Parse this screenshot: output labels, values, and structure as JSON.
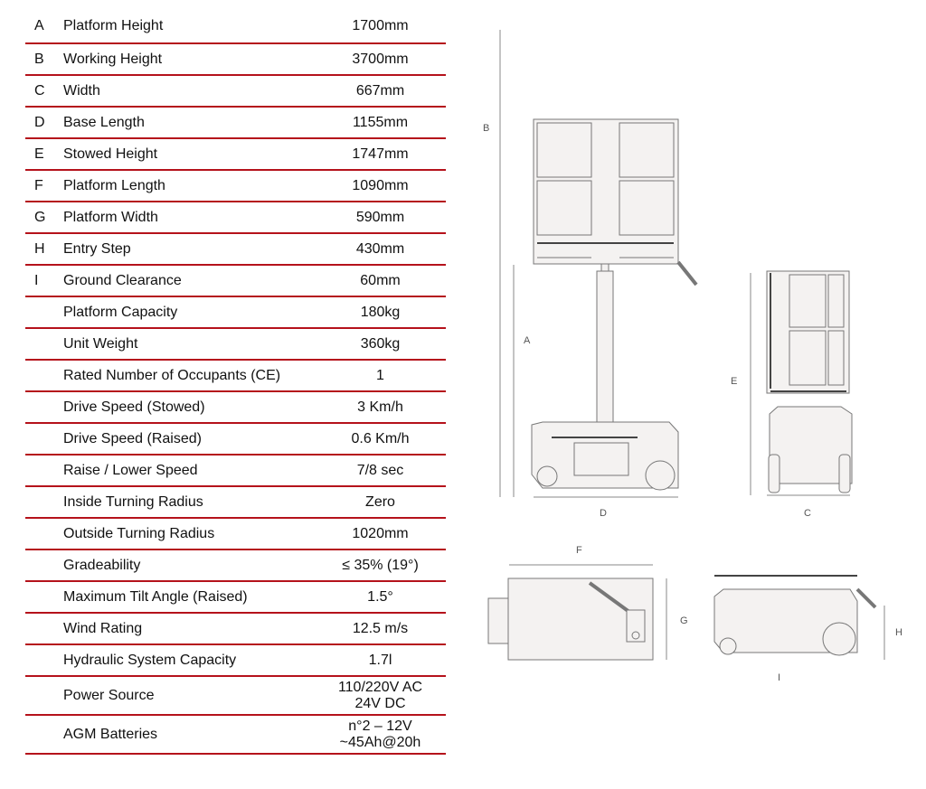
{
  "specs": [
    {
      "code": "A",
      "label": "Platform Height",
      "value": "1700mm"
    },
    {
      "code": "B",
      "label": "Working Height",
      "value": "3700mm"
    },
    {
      "code": "C",
      "label": "Width",
      "value": "667mm"
    },
    {
      "code": "D",
      "label": "Base Length",
      "value": "1155mm"
    },
    {
      "code": "E",
      "label": "Stowed Height",
      "value": "1747mm"
    },
    {
      "code": "F",
      "label": "Platform Length",
      "value": "1090mm"
    },
    {
      "code": "G",
      "label": "Platform Width",
      "value": "590mm"
    },
    {
      "code": "H",
      "label": "Entry Step",
      "value": "430mm"
    },
    {
      "code": "I",
      "label": "Ground Clearance",
      "value": "60mm"
    },
    {
      "code": "",
      "label": "Platform Capacity",
      "value": "180kg"
    },
    {
      "code": "",
      "label": "Unit Weight",
      "value": "360kg"
    },
    {
      "code": "",
      "label": "Rated Number of Occupants (CE)",
      "value": "1"
    },
    {
      "code": "",
      "label": "Drive Speed (Stowed)",
      "value": "3 Km/h"
    },
    {
      "code": "",
      "label": "Drive Speed (Raised)",
      "value": "0.6 Km/h"
    },
    {
      "code": "",
      "label": "Raise / Lower Speed",
      "value": "7/8 sec"
    },
    {
      "code": "",
      "label": "Inside Turning Radius",
      "value": "Zero"
    },
    {
      "code": "",
      "label": "Outside Turning Radius",
      "value": "1020mm"
    },
    {
      "code": "",
      "label": "Gradeability",
      "value": "≤ 35% (19°)"
    },
    {
      "code": "",
      "label": "Maximum Tilt Angle (Raised)",
      "value": "1.5°"
    },
    {
      "code": "",
      "label": "Wind Rating",
      "value": "12.5 m/s"
    },
    {
      "code": "",
      "label": "Hydraulic System Capacity",
      "value": "1.7l"
    },
    {
      "code": "",
      "label": "Power Source",
      "value": "110/220V AC\n24V DC"
    },
    {
      "code": "",
      "label": "AGM Batteries",
      "value": "n°2 – 12V\n~45Ah@20h"
    }
  ],
  "drawing_labels": {
    "A": "A",
    "B": "B",
    "C": "C",
    "D": "D",
    "E": "E",
    "F": "F",
    "G": "G",
    "H": "H",
    "I": "I"
  },
  "colors": {
    "rule": "#b5121b",
    "line": "#666666",
    "fill": "#f4f2f1"
  }
}
